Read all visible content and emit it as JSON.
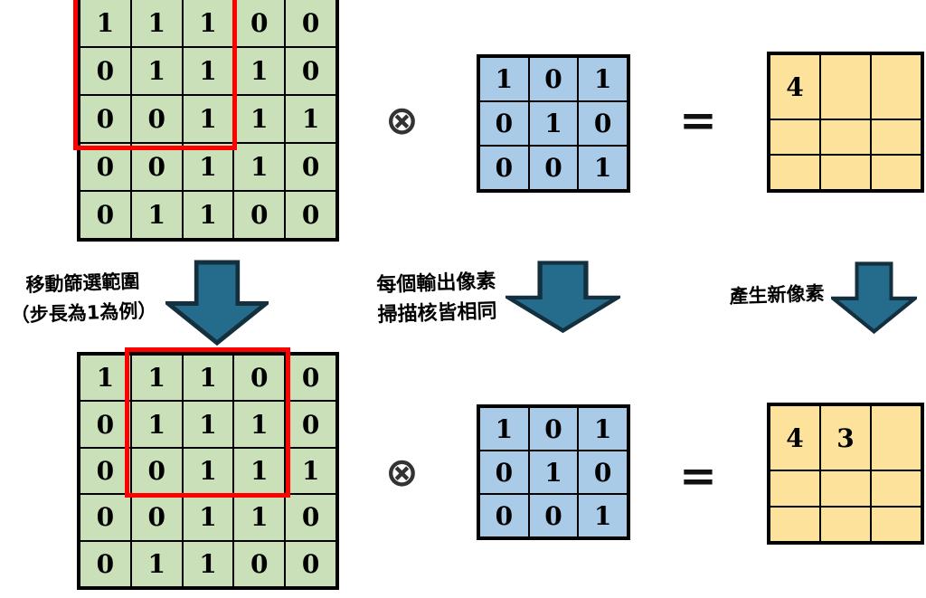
{
  "diagram_title": "convolution-sliding-window-diagram",
  "colors": {
    "input_fill": "#c9e0b8",
    "kernel_fill": "#a9cbe8",
    "output_fill": "#fce29b",
    "selection_border": "#ff0000",
    "arrow_fill": "#256c8c",
    "arrow_outline": "#14303f",
    "grid_border": "#000000",
    "text": "#000000"
  },
  "top_row": {
    "input_grid": {
      "rows": [
        [
          "1",
          "1",
          "1",
          "0",
          "0"
        ],
        [
          "0",
          "1",
          "1",
          "1",
          "0"
        ],
        [
          "0",
          "0",
          "1",
          "1",
          "1"
        ],
        [
          "0",
          "0",
          "1",
          "1",
          "0"
        ],
        [
          "0",
          "1",
          "1",
          "0",
          "0"
        ]
      ],
      "selection": {
        "rows": "1-3",
        "cols": "1-3"
      }
    },
    "operator": "⊗",
    "kernel_grid": {
      "rows": [
        [
          "1",
          "0",
          "1"
        ],
        [
          "0",
          "1",
          "0"
        ],
        [
          "0",
          "0",
          "1"
        ]
      ]
    },
    "equals": "=",
    "output_grid": {
      "rows": [
        [
          "4",
          "",
          ""
        ],
        [
          "",
          "",
          ""
        ],
        [
          "",
          "",
          ""
        ]
      ]
    }
  },
  "middle_row": {
    "left_label": {
      "line1": "移動篩選範圍",
      "line2": "（步長為1為例）"
    },
    "center_label": {
      "line1": "每個輸出像素",
      "line2": "掃描核皆相同"
    },
    "right_label": {
      "line1": "產生新像素"
    }
  },
  "bottom_row": {
    "input_grid": {
      "rows": [
        [
          "1",
          "1",
          "1",
          "0",
          "0"
        ],
        [
          "0",
          "1",
          "1",
          "1",
          "0"
        ],
        [
          "0",
          "0",
          "1",
          "1",
          "1"
        ],
        [
          "0",
          "0",
          "1",
          "1",
          "0"
        ],
        [
          "0",
          "1",
          "1",
          "0",
          "0"
        ]
      ],
      "selection": {
        "rows": "1-3",
        "cols": "2-4"
      }
    },
    "operator": "⊗",
    "kernel_grid": {
      "rows": [
        [
          "1",
          "0",
          "1"
        ],
        [
          "0",
          "1",
          "0"
        ],
        [
          "0",
          "0",
          "1"
        ]
      ]
    },
    "equals": "=",
    "output_grid": {
      "rows": [
        [
          "4",
          "3",
          ""
        ],
        [
          "",
          "",
          ""
        ],
        [
          "",
          "",
          ""
        ]
      ]
    }
  }
}
